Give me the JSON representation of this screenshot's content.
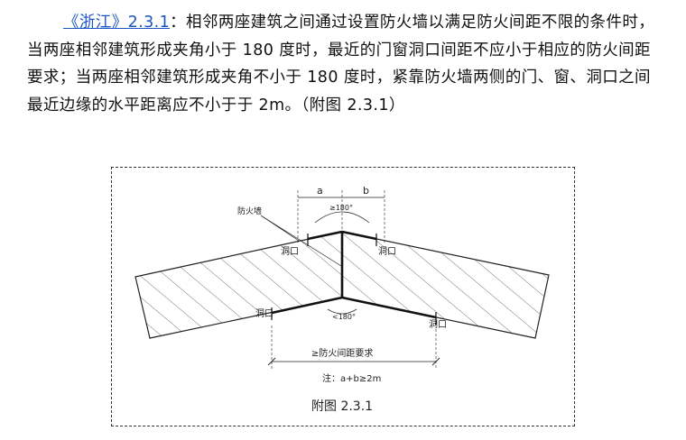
{
  "paragraph": {
    "ref_link": "《浙江》2.3.1",
    "body": "：相邻两座建筑之间通过设置防火墙以满足防火间距不限的条件时，当两座相邻建筑形成夹角小于 180 度时，最近的门窗洞口间距不应小于相应的防火间距要求；当两座相邻建筑形成夹角不小于 180 度时，紧靠防火墙两侧的门、窗、洞口之间最近边缘的水平距离应不小于于 2m。（附图 2.3.1）"
  },
  "figure": {
    "label_a": "a",
    "label_b": "b",
    "angle_top": "≥180°",
    "angle_bottom": "<180°",
    "firewall_label": "防火墙",
    "opening_label": "洞口",
    "distance_label": "≥防火间距要求",
    "note": "注：a+b≥2m",
    "caption": "附图 2.3.1"
  },
  "colors": {
    "link": "#1a56c4",
    "line": "#222222",
    "hatch": "#555555"
  }
}
